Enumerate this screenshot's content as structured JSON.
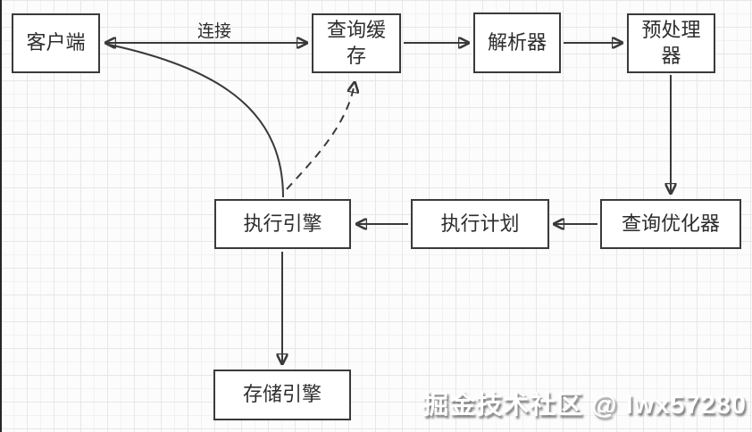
{
  "diagram": {
    "type": "flowchart",
    "nodes": [
      {
        "id": "client",
        "label": "客户端"
      },
      {
        "id": "query-cache",
        "label": "查询缓存"
      },
      {
        "id": "parser",
        "label": "解析器"
      },
      {
        "id": "preprocessor",
        "label": "预处理器"
      },
      {
        "id": "query-optimizer",
        "label": "查询优化器"
      },
      {
        "id": "execution-plan",
        "label": "执行计划"
      },
      {
        "id": "execution-engine",
        "label": "执行引擎"
      },
      {
        "id": "storage-engine",
        "label": "存储引擎"
      }
    ],
    "edges": [
      {
        "from": "client",
        "to": "query-cache",
        "label": "连接",
        "line": "solid",
        "arrows": "both"
      },
      {
        "from": "query-cache",
        "to": "parser",
        "label": "",
        "line": "solid",
        "arrows": "end"
      },
      {
        "from": "parser",
        "to": "preprocessor",
        "label": "",
        "line": "solid",
        "arrows": "end"
      },
      {
        "from": "preprocessor",
        "to": "query-optimizer",
        "label": "",
        "line": "solid",
        "arrows": "end"
      },
      {
        "from": "query-optimizer",
        "to": "execution-plan",
        "label": "",
        "line": "solid",
        "arrows": "end"
      },
      {
        "from": "execution-plan",
        "to": "execution-engine",
        "label": "",
        "line": "solid",
        "arrows": "end"
      },
      {
        "from": "execution-engine",
        "to": "storage-engine",
        "label": "",
        "line": "solid",
        "arrows": "end"
      },
      {
        "from": "execution-engine",
        "to": "client",
        "label": "",
        "line": "solid-curve",
        "arrows": "end"
      },
      {
        "from": "execution-engine",
        "to": "query-cache",
        "label": "",
        "line": "dashed-curve",
        "arrows": "end"
      }
    ],
    "edge_labels": {
      "connect": "连接"
    },
    "watermark": "掘金技术社区 @ lwx57280",
    "colors": {
      "line": "#3a3a3a",
      "node_border": "#3a3a3a",
      "node_fill": "#ffffff",
      "text": "#2d2d2d",
      "grid_line": "#e7e7e7",
      "background": "#fcfcfc",
      "watermark_text": "#ffffff",
      "watermark_shadow": "#696969"
    }
  }
}
